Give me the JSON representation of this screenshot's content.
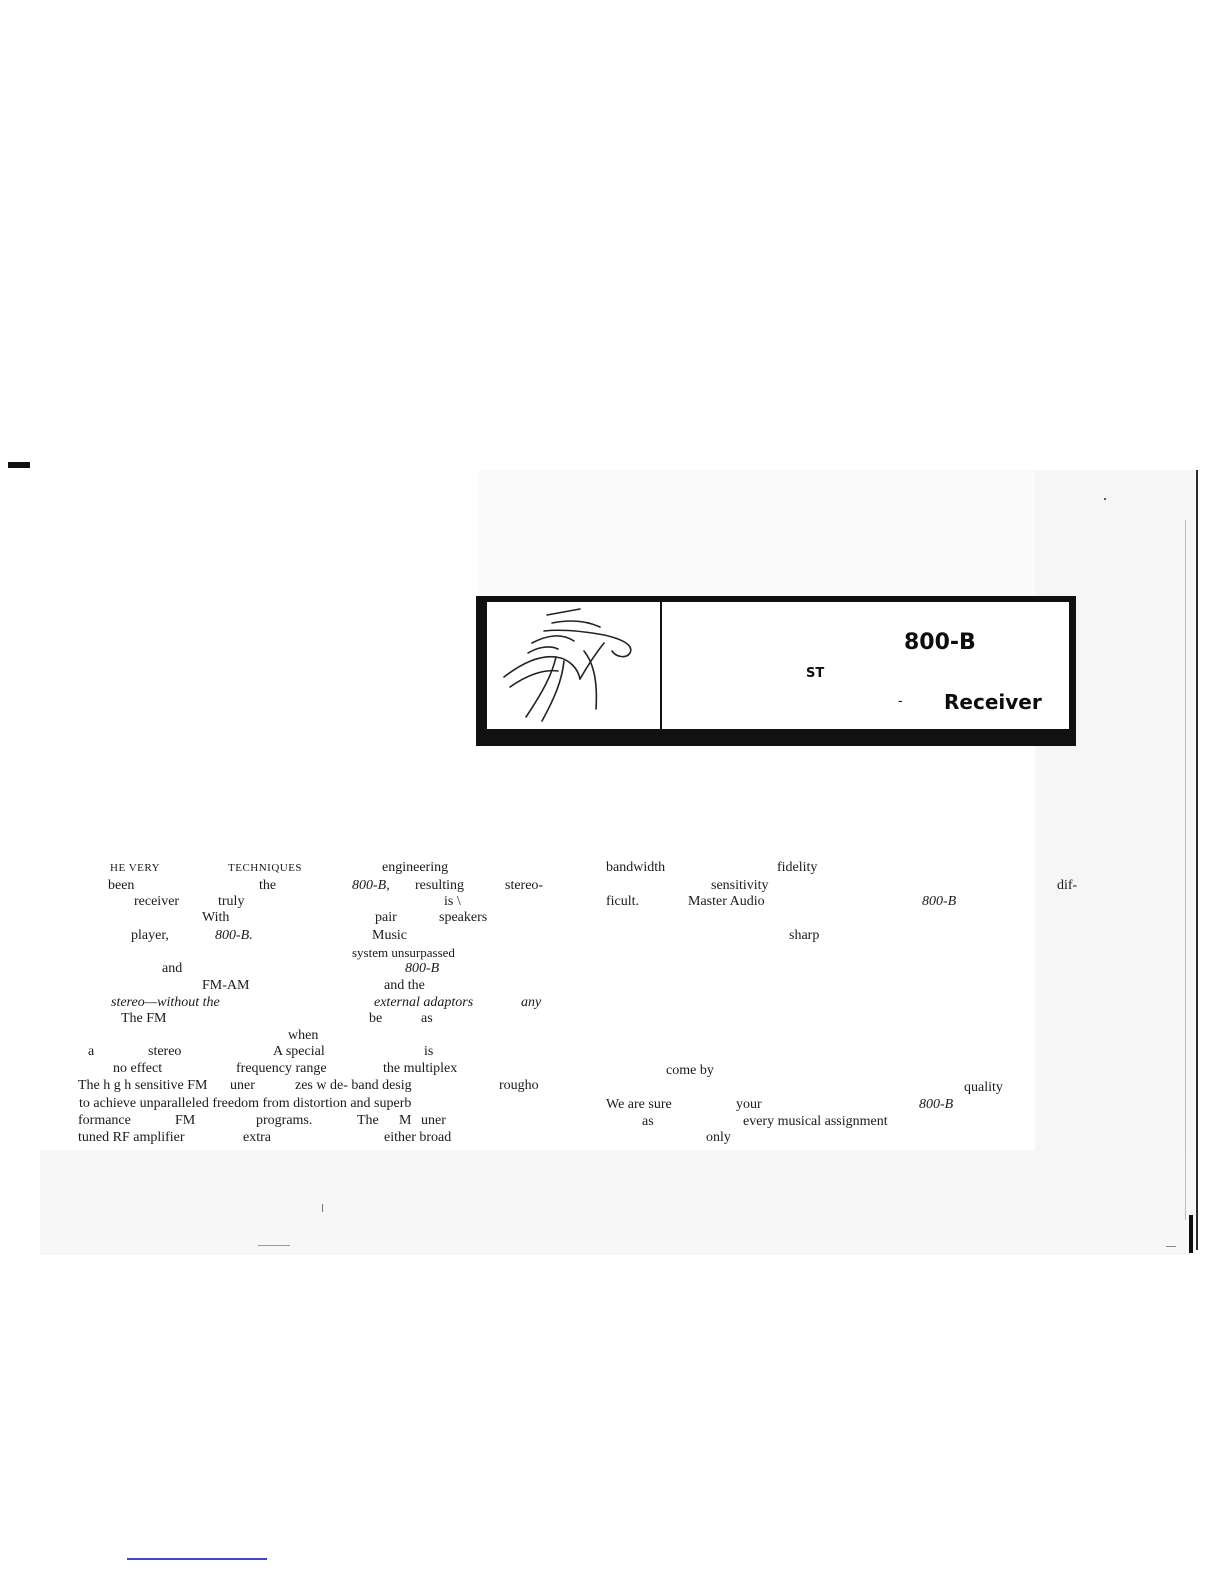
{
  "banner": {
    "model": "800-B",
    "st": "ST",
    "dash": "-",
    "receiver": "Receiver"
  },
  "left_column": [
    [
      "HE VERY",
      "TECHNIQUES",
      "engineering"
    ],
    [
      "been",
      "the",
      "800-B,",
      "resulting",
      "stereo-"
    ],
    [
      "receiver",
      "truly",
      "is \\"
    ],
    [
      "With",
      "pair",
      "speakers"
    ],
    [
      "player,",
      "800-B.",
      "Music"
    ],
    [
      "system unsurpassed"
    ],
    [
      "and",
      "800-B"
    ],
    [
      "FM-AM",
      "and the"
    ],
    [
      "stereo—without the",
      "external adaptors",
      "any"
    ],
    [
      "The FM",
      "be",
      "as"
    ],
    [
      "when"
    ],
    [
      "a",
      "stereo",
      "A special",
      "is"
    ],
    [
      "no effect",
      "frequency range",
      "the multiplex"
    ],
    [
      "The h g h sensitive FM",
      "uner",
      "zes w de- band desig",
      "rougho"
    ],
    [
      "to achieve unparalleled freedom from distortion and superb"
    ],
    [
      "formance",
      "FM",
      "programs.",
      "The",
      "M",
      "uner"
    ],
    [
      "tuned RF amplifier",
      "extra",
      "either broad"
    ]
  ],
  "right_column": [
    [
      "bandwidth",
      "fidelity"
    ],
    [
      "sensitivity",
      "dif-"
    ],
    [
      "ficult.",
      "Master Audio",
      "800-B"
    ],
    [
      "sharp"
    ],
    [
      "come by"
    ],
    [
      "quality"
    ],
    [
      "We are sure",
      "your",
      "800-B"
    ],
    [
      "as",
      "every musical assignment"
    ],
    [
      "only"
    ]
  ]
}
